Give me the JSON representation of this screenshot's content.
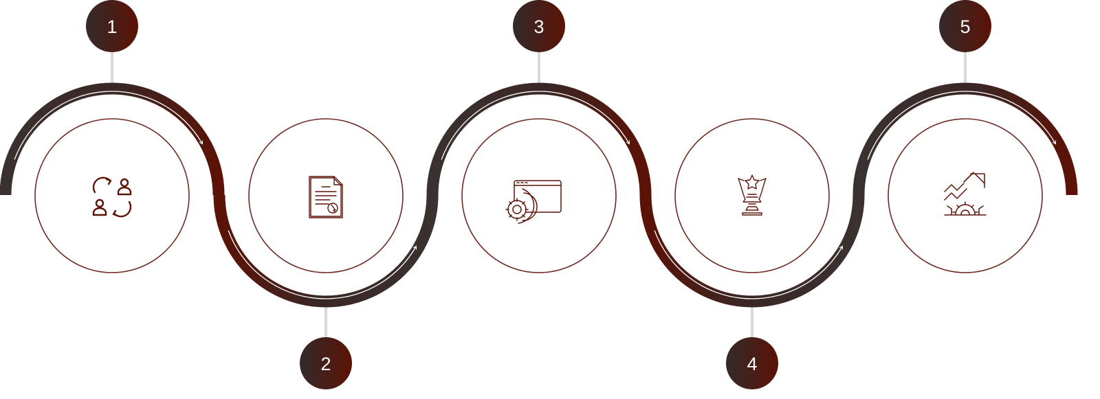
{
  "steps": [
    {
      "number": "1",
      "icon": "user-exchange-icon"
    },
    {
      "number": "2",
      "icon": "document-click-icon"
    },
    {
      "number": "3",
      "icon": "browser-gear-icon"
    },
    {
      "number": "4",
      "icon": "trophy-award-icon"
    },
    {
      "number": "5",
      "icon": "growth-chart-gear-icon"
    }
  ],
  "colors": {
    "dark": "#372727",
    "maroon": "#5c1206",
    "outline": "#6e2a22",
    "connector": "#d9d9d9",
    "arrow_line": "#ffffff"
  }
}
